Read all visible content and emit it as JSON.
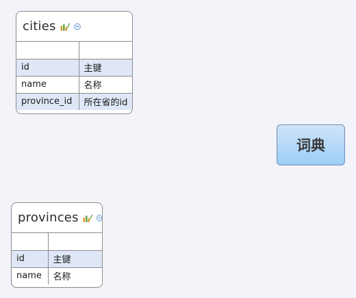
{
  "tables": [
    {
      "title": "cities",
      "rows": [
        {
          "c1": "",
          "c2": ""
        },
        {
          "c1": "id",
          "c2": "主键"
        },
        {
          "c1": "name",
          "c2": "名称"
        },
        {
          "c1": "province_id",
          "c2": "所在省的id"
        }
      ]
    },
    {
      "title": "provinces",
      "rows": [
        {
          "c1": "",
          "c2": ""
        },
        {
          "c1": "id",
          "c2": "主键"
        },
        {
          "c1": "name",
          "c2": "名称"
        }
      ]
    }
  ],
  "dictionary_button": {
    "label": "词典"
  },
  "icons": {
    "chart": "bar-chart-icon",
    "collapse": "collapse-icon"
  },
  "colors": {
    "highlight_row": "#dfe7f7",
    "button_top": "#cfe4f8",
    "button_bottom": "#9ccdf7"
  }
}
